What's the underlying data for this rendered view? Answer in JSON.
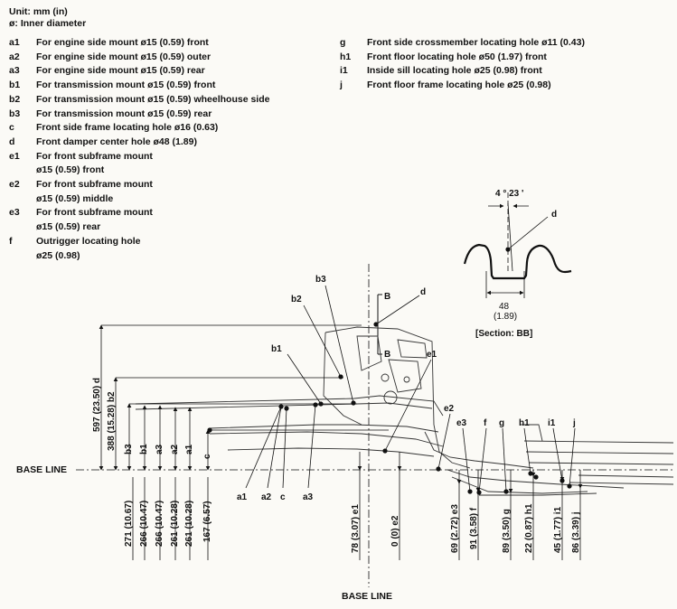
{
  "header": {
    "unit": "Unit: mm (in)",
    "diameter": "ø: Inner diameter"
  },
  "legend_left": [
    {
      "code": "a1",
      "lines": [
        "For engine side mount ø15 (0.59) front"
      ]
    },
    {
      "code": "a2",
      "lines": [
        "For engine side mount ø15 (0.59) outer"
      ]
    },
    {
      "code": "a3",
      "lines": [
        "For engine side mount ø15 (0.59) rear"
      ]
    },
    {
      "code": "b1",
      "lines": [
        "For transmission mount ø15 (0.59) front"
      ]
    },
    {
      "code": "b2",
      "lines": [
        "For transmission mount ø15 (0.59) wheelhouse side"
      ]
    },
    {
      "code": "b3",
      "lines": [
        "For transmission mount ø15 (0.59) rear"
      ]
    },
    {
      "code": "c",
      "lines": [
        "Front side frame locating hole ø16 (0.63)"
      ]
    },
    {
      "code": "d",
      "lines": [
        "Front damper center hole ø48 (1.89)"
      ]
    },
    {
      "code": "e1",
      "lines": [
        "For front subframe mount",
        "ø15 (0.59) front"
      ]
    },
    {
      "code": "e2",
      "lines": [
        "For front subframe mount",
        "ø15 (0.59) middle"
      ]
    },
    {
      "code": "e3",
      "lines": [
        "For front subframe mount",
        "ø15 (0.59) rear"
      ]
    },
    {
      "code": "f",
      "lines": [
        "Outrigger locating hole",
        "ø25 (0.98)"
      ]
    }
  ],
  "legend_right": [
    {
      "code": "g",
      "lines": [
        "Front side crossmember locating hole ø11 (0.43)"
      ]
    },
    {
      "code": "h1",
      "lines": [
        "Front floor locating hole ø50 (1.97) front"
      ]
    },
    {
      "code": "i1",
      "lines": [
        "Inside sill locating hole ø25 (0.98) front"
      ]
    },
    {
      "code": "j",
      "lines": [
        "Front floor frame locating hole ø25 (0.98)"
      ]
    }
  ],
  "section": {
    "angle": "4 ° 23 '",
    "point": "d",
    "width_mm": "48",
    "width_in": "(1.89)",
    "title": "[Section: BB]",
    "marker": "B"
  },
  "base_line_label": "BASE LINE",
  "callouts": {
    "d": "d",
    "b3": "b3",
    "b2": "b2",
    "b1": "b1",
    "e1": "e1",
    "e2": "e2",
    "e3": "e3",
    "f": "f",
    "g": "g",
    "h1": "h1",
    "i1": "i1",
    "j": "j",
    "a1": "a1",
    "a2": "a2",
    "c": "c",
    "a3": "a3"
  },
  "dims": {
    "d": "597 (23.50) d",
    "b2": "388 (15.28) b2",
    "b3": "b3",
    "b1": "b1",
    "a3": "a3",
    "a2": "a2",
    "a1": "a1",
    "c": "c",
    "low1": "271 (10.67)",
    "low2": "266 (10.47)",
    "low3": "266 (10.47)",
    "low4": "261 (10.28)",
    "low5": "261 (10.28)",
    "low6": "167 (6.57)",
    "e1": "78 (3.07) e1",
    "e2": "0 (0) e2",
    "e3": "69 (2.72) e3",
    "f": "91 (3.58) f",
    "g": "89 (3.50) g",
    "h1": "22 (0.87) h1",
    "i1": "45 (1.77) i1",
    "j": "86 (3.39) j"
  }
}
